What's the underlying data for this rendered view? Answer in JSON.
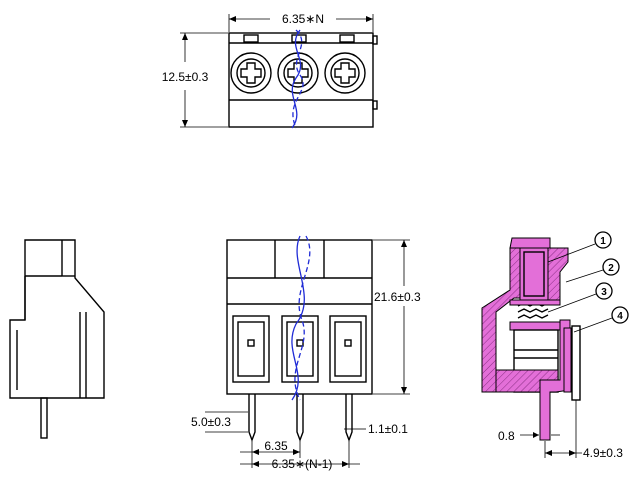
{
  "dimensions": {
    "pitch_top": "6.35∗N",
    "height_top": "12.5±0.3",
    "height_front": "21.6±0.3",
    "pin_length": "5.0±0.3",
    "pitch_single": "6.35",
    "pitch_total": "6.35∗(N-1)",
    "pin_width": "1.1±0.1",
    "pin_thickness": "0.8",
    "pin_offset": "4.9±0.3"
  },
  "callouts": [
    "1",
    "2",
    "3",
    "4"
  ],
  "colors": {
    "wire": "#1f2bd6",
    "section": "#e36fd8",
    "line": "#000000"
  }
}
